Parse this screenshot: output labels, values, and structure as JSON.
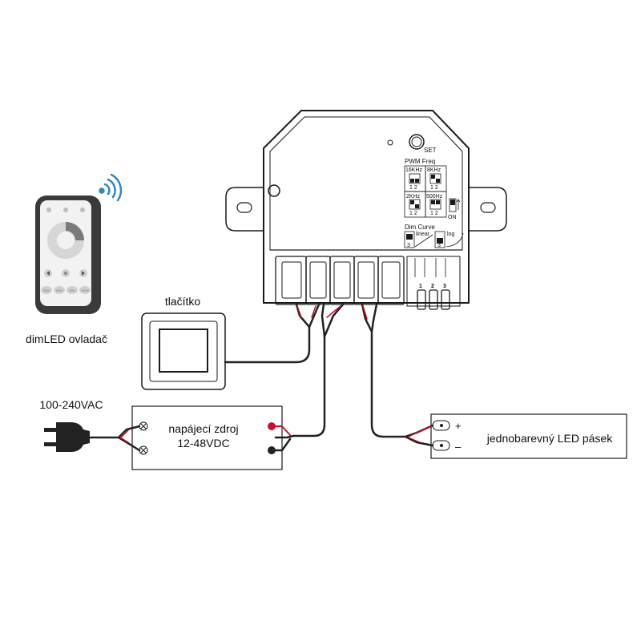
{
  "labels": {
    "remote": "dimLED ovladač",
    "button": "tlačítko",
    "mains": "100-240VAC",
    "psu_line1": "napájecí zdroj",
    "psu_line2": "12-48VDC",
    "led_strip": "jednobarevný LED pásek",
    "plus": "+",
    "minus": "–"
  },
  "controller": {
    "set": "SET",
    "pwm_freq": "PWM Freq",
    "freq_16k": "16KHz",
    "freq_8k": "8KHz",
    "freq_2k": "2KHz",
    "freq_500": "500Hz",
    "switch_12": "1 2",
    "on": "ON",
    "dim_curve": "Dim Curve",
    "linear": "linear",
    "log": "log",
    "three": "3",
    "term_1": "1",
    "term_2": "2",
    "term_3": "3"
  },
  "remote_keys": {
    "k1": "25%",
    "k2": "50%",
    "k3": "75%",
    "k4": "100%"
  },
  "colors": {
    "wire_red": "#c8102e",
    "wire_black": "#222222",
    "outline": "#1a1a1a",
    "remote_body": "#3a3a3a",
    "remote_face": "#f2f2f2",
    "wifi": "#2f86c8"
  }
}
